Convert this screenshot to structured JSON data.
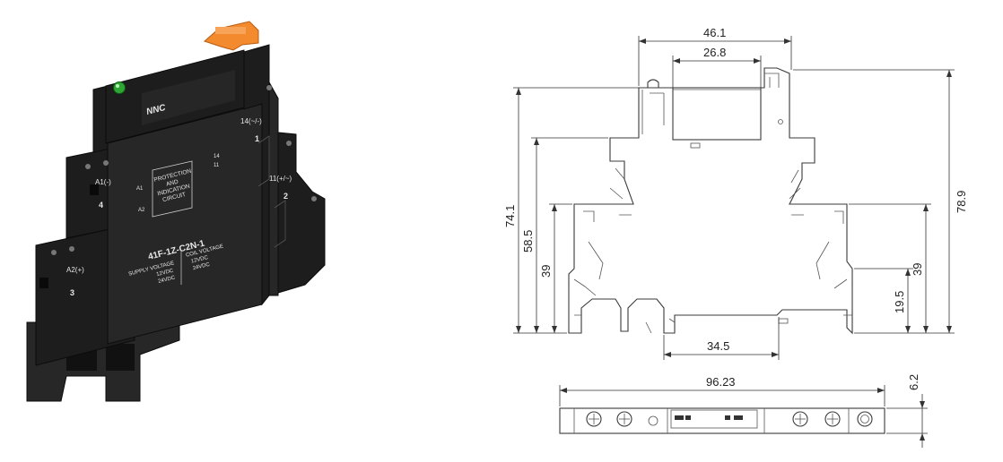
{
  "product": {
    "brand": "NNC",
    "model": "41F-1Z-C2N-1",
    "terminals": {
      "t14": "14(~/-)",
      "t11": "11(+/~)",
      "a1": "A1(-)",
      "a2": "A2(+)",
      "n1": "1",
      "n2": "2",
      "n3": "3",
      "n4": "4"
    },
    "circuit": {
      "line1": "PROTECTION",
      "line2": "AND",
      "line3": "INDICATION",
      "line4": "CIRCUIT",
      "pin_a1": "A1",
      "pin_a2": "A2",
      "pin_14": "14",
      "pin_11": "11"
    },
    "supply_voltage": {
      "title": "SUPPLY VOLTAGE",
      "v1": "12VDC",
      "v2": "24VDC"
    },
    "coil_voltage": {
      "title": "COIL VOLTAGE",
      "v1": "12VDC",
      "v2": "24VDC"
    }
  },
  "drawing": {
    "dimensions": {
      "top_width": "46.1",
      "inner_width": "26.8",
      "left_height_total": "74.1",
      "left_height_mid": "58.5",
      "left_height_low": "39",
      "right_height_total": "78.9",
      "right_height_mid": "39",
      "right_height_low": "19.5",
      "base_width": "34.5",
      "bottom_length": "96.23",
      "bottom_thickness": "6.2"
    }
  }
}
